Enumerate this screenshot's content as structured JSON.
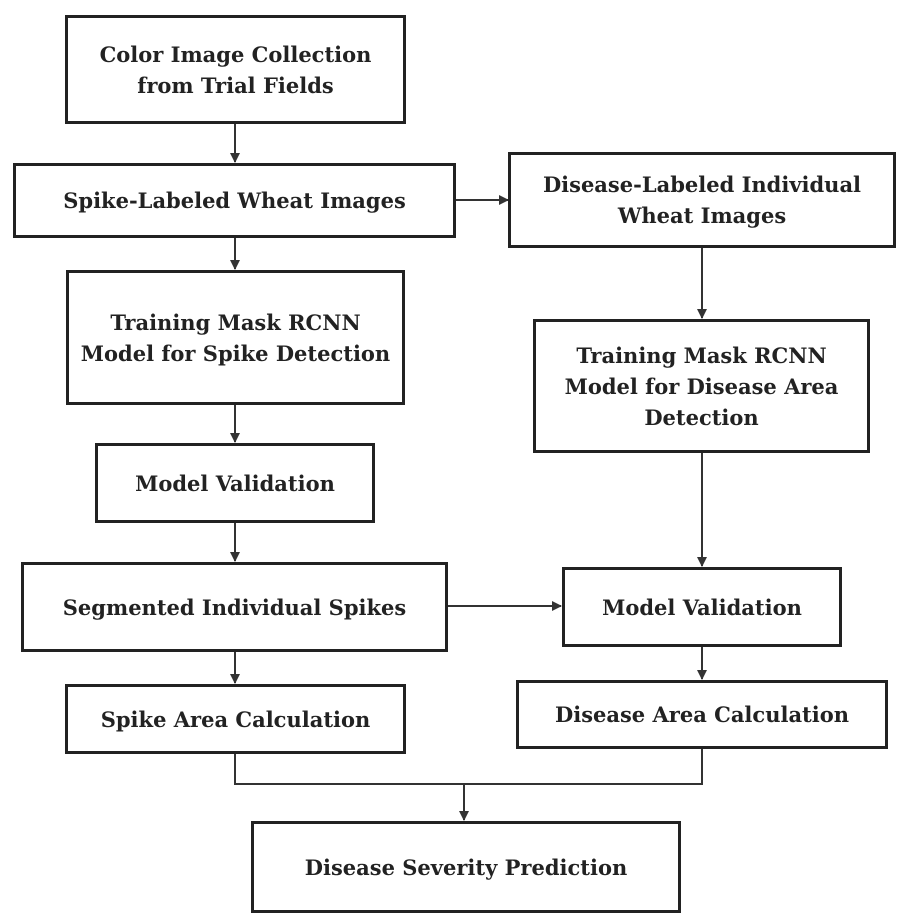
{
  "diagram": {
    "nodes": [
      {
        "id": "collection",
        "label": "Color Image Collection\nfrom Trial Fields"
      },
      {
        "id": "spike-labeled",
        "label": "Spike-Labeled Wheat Images"
      },
      {
        "id": "disease-labeled",
        "label": "Disease-Labeled Individual\nWheat Images"
      },
      {
        "id": "train-spike",
        "label": "Training Mask RCNN\nModel for Spike Detection"
      },
      {
        "id": "train-disease",
        "label": "Training Mask RCNN\nModel for Disease Area\nDetection"
      },
      {
        "id": "validation-left",
        "label": "Model Validation"
      },
      {
        "id": "segmented",
        "label": "Segmented Individual Spikes"
      },
      {
        "id": "validation-right",
        "label": "Model Validation"
      },
      {
        "id": "spike-area",
        "label": "Spike Area Calculation"
      },
      {
        "id": "disease-area",
        "label": "Disease Area Calculation"
      },
      {
        "id": "severity",
        "label": "Disease Severity Prediction"
      }
    ],
    "edges": [
      {
        "from": "collection",
        "to": "spike-labeled"
      },
      {
        "from": "spike-labeled",
        "to": "train-spike"
      },
      {
        "from": "spike-labeled",
        "to": "disease-labeled"
      },
      {
        "from": "disease-labeled",
        "to": "train-disease"
      },
      {
        "from": "train-spike",
        "to": "validation-left"
      },
      {
        "from": "validation-left",
        "to": "segmented"
      },
      {
        "from": "train-disease",
        "to": "validation-right"
      },
      {
        "from": "segmented",
        "to": "validation-right"
      },
      {
        "from": "segmented",
        "to": "spike-area"
      },
      {
        "from": "validation-right",
        "to": "disease-area"
      },
      {
        "from": "spike-area",
        "to": "severity"
      },
      {
        "from": "disease-area",
        "to": "severity"
      }
    ],
    "colors": {
      "stroke": "#222222",
      "background": "#ffffff"
    }
  }
}
